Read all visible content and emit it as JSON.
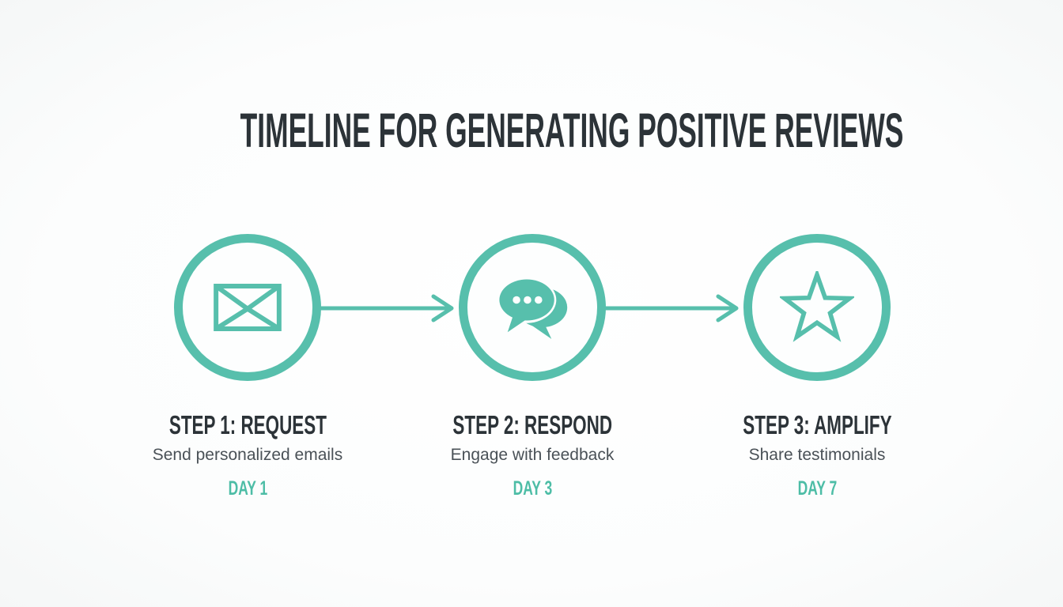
{
  "title": "TIMELINE FOR GENERATING POSITIVE REVIEWS",
  "colors": {
    "accent_teal": "#57BFAC",
    "day_teal": "#4DBDA6",
    "heading_dark": "#2C3338",
    "subtitle_gray": "#4A5157",
    "background": "#FCFDFD"
  },
  "steps": [
    {
      "title": "STEP 1: REQUEST",
      "subtitle": "Send personalized emails",
      "day": "DAY 1",
      "icon": "envelope-icon"
    },
    {
      "title": "STEP 2: RESPOND",
      "subtitle": "Engage with feedback",
      "day": "DAY 3",
      "icon": "chat-bubbles-icon"
    },
    {
      "title": "STEP 3: AMPLIFY",
      "subtitle": "Share testimonials",
      "day": "DAY 7",
      "icon": "star-icon"
    }
  ]
}
